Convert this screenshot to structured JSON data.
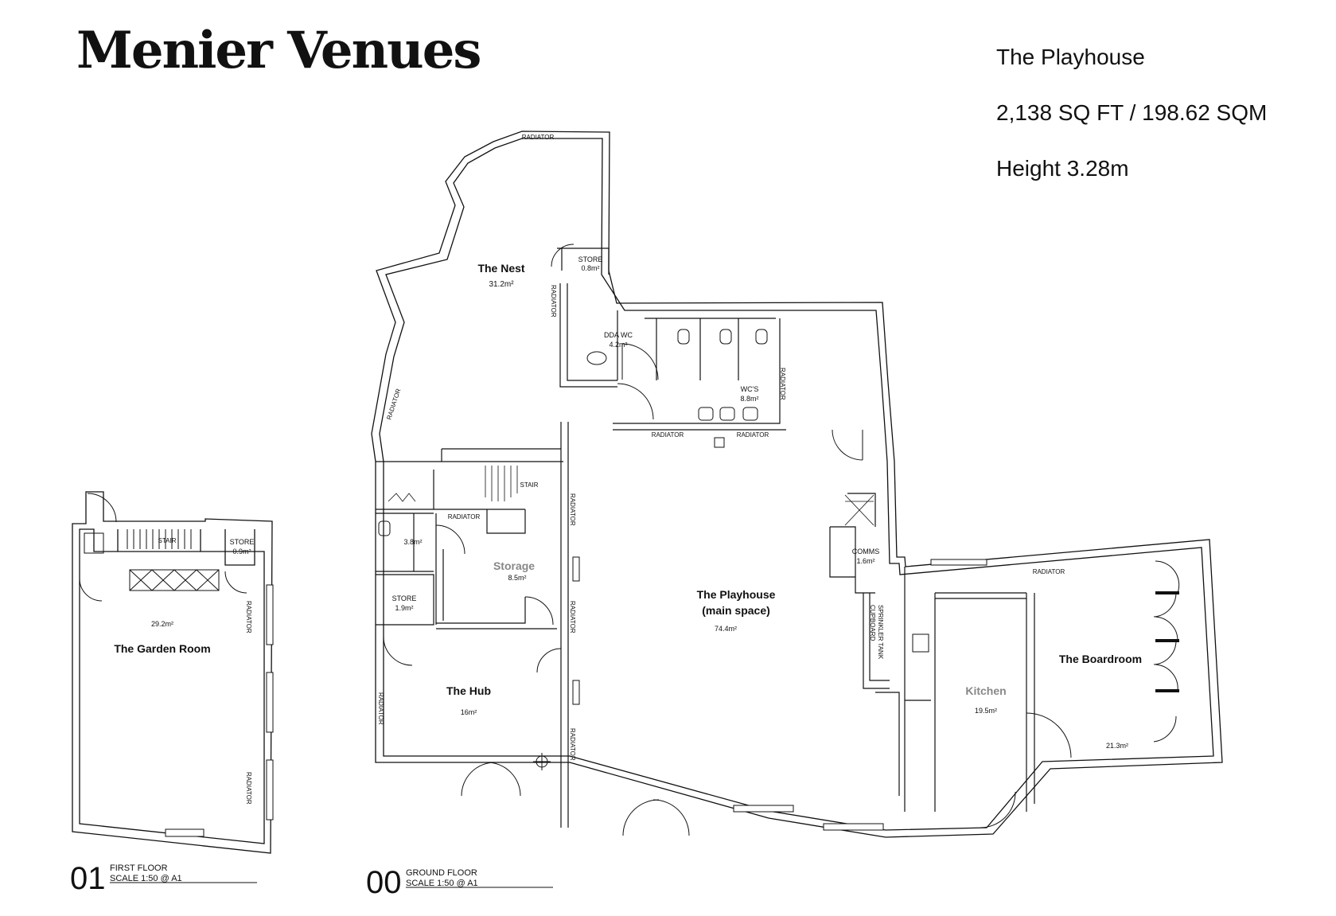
{
  "header": {
    "brand": "Menier Venues",
    "venue_name": "The Playhouse",
    "area": "2,138 SQ FT / 198.62 SQM",
    "height": "Height 3.28m"
  },
  "rooms": {
    "nest": {
      "name": "The Nest",
      "area": "31.2m²"
    },
    "store_nest": {
      "name": "STORE",
      "area": "0.8m²"
    },
    "dda_wc": {
      "name": "DDA WC",
      "area": "4.2m²"
    },
    "wcs": {
      "name": "WC'S",
      "area": "8.8m²"
    },
    "comms": {
      "name": "COMMS",
      "area": "1.6m²"
    },
    "sprinkler": {
      "line1": "SPRINKLER TANK",
      "line2": "CUPBOARD"
    },
    "playhouse": {
      "line1": "The Playhouse",
      "line2": "(main space)",
      "area": "74.4m²"
    },
    "storage": {
      "name": "Storage",
      "area": "8.5m²"
    },
    "small_store": {
      "area": "3.8m²"
    },
    "store_ground": {
      "name": "STORE",
      "area": "1.9m²"
    },
    "hub": {
      "name": "The Hub",
      "area": "16m²"
    },
    "kitchen": {
      "name": "Kitchen",
      "area": "19.5m²"
    },
    "boardroom": {
      "name": "The Boardroom",
      "area": "21.3m²"
    },
    "garden": {
      "name": "The Garden Room",
      "area": "29.2m²"
    },
    "store_first": {
      "name": "STORE",
      "area": "0.9m²"
    }
  },
  "labels": {
    "radiator": "RADIATOR",
    "stair": "STAIR"
  },
  "floors": {
    "first": {
      "number": "01",
      "name": "FIRST FLOOR",
      "scale": "SCALE 1:50 @ A1"
    },
    "ground": {
      "number": "00",
      "name": "GROUND FLOOR",
      "scale": "SCALE 1:50 @ A1"
    }
  }
}
